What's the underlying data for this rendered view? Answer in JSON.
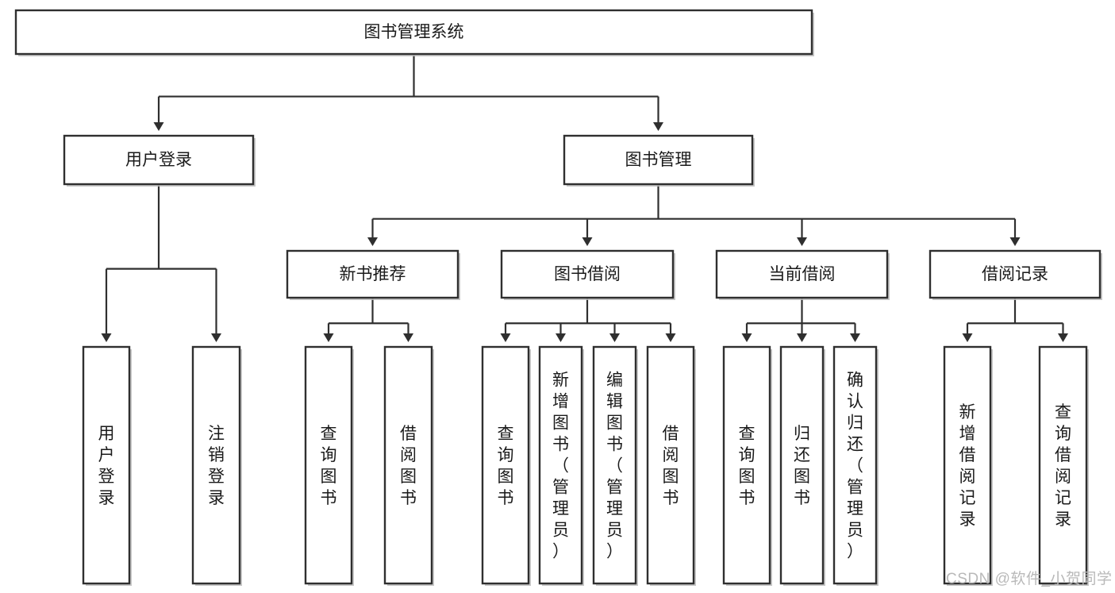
{
  "diagram": {
    "type": "tree-hierarchy",
    "title": "图书管理系统",
    "orientation": "top-down",
    "watermark": "CSDN @软件_小贺同学",
    "levels": [
      {
        "level": 1,
        "nodes": [
          {
            "id": "root",
            "label": "图书管理系统",
            "orientation": "horizontal"
          }
        ]
      },
      {
        "level": 2,
        "nodes": [
          {
            "id": "login",
            "label": "用户登录",
            "orientation": "horizontal",
            "parent": "root"
          },
          {
            "id": "bookmgmt",
            "label": "图书管理",
            "orientation": "horizontal",
            "parent": "root"
          }
        ]
      },
      {
        "level": 3,
        "nodes": [
          {
            "id": "newbook",
            "label": "新书推荐",
            "orientation": "horizontal",
            "parent": "bookmgmt"
          },
          {
            "id": "borrow",
            "label": "图书借阅",
            "orientation": "horizontal",
            "parent": "bookmgmt"
          },
          {
            "id": "current",
            "label": "当前借阅",
            "orientation": "horizontal",
            "parent": "bookmgmt"
          },
          {
            "id": "records",
            "label": "借阅记录",
            "orientation": "horizontal",
            "parent": "bookmgmt"
          }
        ]
      },
      {
        "level": 4,
        "nodes": [
          {
            "id": "leaf1",
            "label": "用户登录",
            "orientation": "vertical",
            "parent": "login"
          },
          {
            "id": "leaf2",
            "label": "注销登录",
            "orientation": "vertical",
            "parent": "login"
          },
          {
            "id": "leaf3",
            "label": "查询图书",
            "orientation": "vertical",
            "parent": "newbook"
          },
          {
            "id": "leaf4",
            "label": "借阅图书",
            "orientation": "vertical",
            "parent": "newbook"
          },
          {
            "id": "leaf5",
            "label": "查询图书",
            "orientation": "vertical",
            "parent": "borrow"
          },
          {
            "id": "leaf6",
            "label": "新增图书（管理员）",
            "orientation": "vertical",
            "parent": "borrow"
          },
          {
            "id": "leaf7",
            "label": "编辑图书（管理员）",
            "orientation": "vertical",
            "parent": "borrow"
          },
          {
            "id": "leaf8",
            "label": "借阅图书",
            "orientation": "vertical",
            "parent": "borrow"
          },
          {
            "id": "leaf9",
            "label": "查询图书",
            "orientation": "vertical",
            "parent": "current"
          },
          {
            "id": "leaf10",
            "label": "归还图书",
            "orientation": "vertical",
            "parent": "current"
          },
          {
            "id": "leaf11",
            "label": "确认归还（管理员）",
            "orientation": "vertical",
            "parent": "current"
          },
          {
            "id": "leaf12",
            "label": "新增借阅记录",
            "orientation": "vertical",
            "parent": "records"
          },
          {
            "id": "leaf13",
            "label": "查询借阅记录",
            "orientation": "vertical",
            "parent": "records"
          }
        ]
      }
    ],
    "colors": {
      "box_fill": "#ffffff",
      "box_stroke": "#2f2f2f",
      "text": "#1a1a1a",
      "shadow": "#bdbdbd",
      "background": "#ffffff",
      "watermark": "#b9b9b9"
    }
  }
}
